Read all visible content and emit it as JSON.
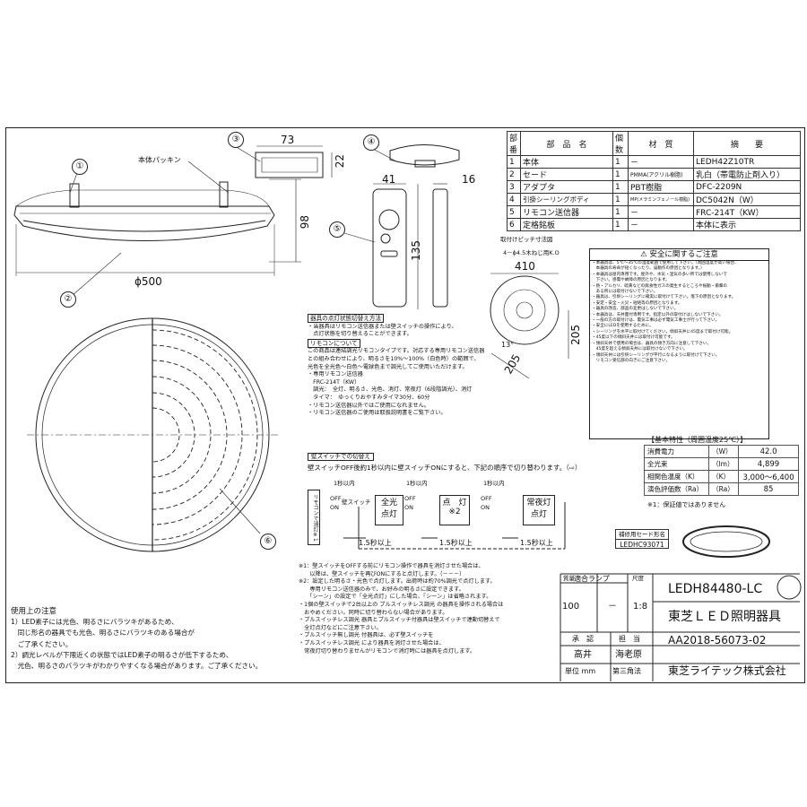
{
  "dimensions": {
    "top_width": "73",
    "top_height": "22",
    "body_height": "98",
    "diameter": "ϕ500",
    "adapter_width": "41",
    "adapter_depth": "16",
    "remote_height": "135",
    "mount_width": "410",
    "mount_height": "205",
    "mount_diag": "205",
    "mount_angle": "13°",
    "mount_hole": "4－ϕ4.5木ねじ用K.O",
    "mount_title": "取付けピッチ寸法図"
  },
  "labels": {
    "packing": "本体パッキン",
    "callouts": [
      "①",
      "②",
      "③",
      "④",
      "⑤",
      "⑥"
    ]
  },
  "parts_table": {
    "headers": [
      "部番",
      "部　品　名",
      "個数",
      "材　質",
      "摘　　要"
    ],
    "rows": [
      [
        "1",
        "本体",
        "1",
        "－",
        "LEDH42Z10TR"
      ],
      [
        "2",
        "セード",
        "1",
        "PMMA(アクリル樹脂)",
        "乳白（帯電防止剤入り）"
      ],
      [
        "3",
        "アダプタ",
        "1",
        "PBT樹脂",
        "DFC-2209N"
      ],
      [
        "4",
        "引掛シーリングボディ",
        "1",
        "MP(メラミンフェノール樹脂)",
        "DC5042N（W）"
      ],
      [
        "5",
        "リモコン送信器",
        "1",
        "－",
        "FRC-214T（KW）"
      ],
      [
        "6",
        "定格銘板",
        "1",
        "－",
        "本体に表示"
      ]
    ]
  },
  "safety": {
    "title": "⚠ 安全に関するご注意",
    "lines": [
      "・本器具は、5℃～35℃の温度範囲で使用して下さい。（周囲温度が高い場合、",
      "　本器具の寿命が短くなったり、誤動作の原因となります。）",
      "・本器具は屋内専用です。屋外や、水気・湿気の多い所では使用しないで",
      "　下さい。感電や故障の原因となります。",
      "・熱・アルカリ、硫黄などの腐食性ガスの発生するところや振動・衝撃の",
      "　ある所には取付けないで下さい。",
      "・器具は、引掛シーリングに確実に取付けて下さい。落下の原因となります。",
      "・安定・安全・火災・短絡等の原因となります。",
      "・器具の改造、部品の変更はしないで下さい。",
      "・本器具は、天井面付専用です。指定以外の取付けはしないで下さい。",
      "・一般の方の取付けは、電気工事は必ず電気工事士が行って下さい。",
      "・安全にLEDを使用するために。",
      "・シーリングを水平に取付けてください。傾斜天井に45度まで取付け可能。",
      "・45度以下の傾斜天井には取付け可能です。",
      "・傾斜天井で使用の場合は、器具の傾き方向に注意して下さい。",
      "　45度を超える傾斜天井には取付けないで下さい。",
      "・傾斜天井には引掛シーリングが平行になるように取付けて下さい。",
      "　リモコン受信部の向きにご注意下さい。"
    ]
  },
  "spec_table": {
    "title": "【基本特性（周囲温度25℃）】",
    "rows": [
      [
        "消費電力",
        "（W）",
        "42.0"
      ],
      [
        "全光束",
        "（lm）",
        "4,899"
      ],
      [
        "相関色温度（K）",
        "（K）",
        "3,000～6,400"
      ],
      [
        "演色評価数（Ra）",
        "（Ra）",
        "85"
      ]
    ],
    "footnote": "※1：保証値ではありません",
    "shade_title": "補修用セード形名",
    "shade_model": "LEDHC93071"
  },
  "remote_notes": {
    "h1": "器具の点灯状態切替え方法",
    "p1": [
      "・当器具はリモコン送信器または壁スイッチの操作により、",
      "　点灯状態を切り替えることができます。"
    ],
    "h2": "リモコンについて",
    "p2": [
      "この商品は連結調光リモコンタイプです。対応する専用リモコン送信器",
      "との組み合わせにより、明るさを10%～100%（白色時）の範囲で、",
      "光色を全光色～白色～電球色まで調光してご使用いただけます。",
      "・専用リモコン送信器",
      "　FRC-214T（KW）",
      "　調光：　全灯、明るさ、光色、消灯、常夜灯（6段階調光）、消灯",
      "　タイマ：　ゆっくりおやすみタイマ30分、60分",
      "・リモコン送信器以外ではご使用になれません。",
      "・リモコン送信器のご使用は取扱説明書をご覧下さい。"
    ]
  },
  "switch": {
    "header": "壁スイッチでの切替え",
    "desc": "壁スイッチOFF後約1秒以内に壁スイッチONにすると、下記の順序で切り替わります。（⇨）",
    "box0": "リモコンで消灯※1",
    "box1": [
      "全光",
      "点灯"
    ],
    "box2": [
      "点　灯",
      "※2"
    ],
    "box3": [
      "常夜灯",
      "点灯"
    ],
    "within": "1秒以内",
    "over": "1.5秒以上",
    "off": "OFF",
    "on": "ON",
    "wall": "壁スイッチ",
    "notes": [
      "※1：壁スイッチをOFFする前にリモコン操作で器具を消灯させた場合は、",
      "　　以降は、壁スイッチを再びONにすると点灯します。（－－－）",
      "※2：設定した明るさ・光色で点灯します。出荷時は約70%調光で点灯します。",
      "　　専用リモコン送信器のみで、お好みの明るさに設定できます。",
      "　　「シーン」の設定で「全光点灯」にした場合、「シーン」は省略されます。",
      "・1個の壁スイッチで2台以上の プルスイッチレス調光 の器具を操作される場合は",
      "　おやめください。同時に切り替わらない場合があります。",
      "・プルスイッチレス調光 器具とプルスイッチ付器具は壁スイッチで連動切替えで",
      "　全灯点灯などにご注意下さい。",
      "・プルスイッチ無し調光 付器具は、必ず壁スイッチを",
      "・プルスイッチレス調光 により器具を消灯させた場合は、",
      "　常夜灯切り替わりませんがリモコンで消灯時には器具を点灯します。"
    ]
  },
  "usage": {
    "title": "使用上の注意",
    "lines": [
      "1）LED素子には光色、明るさにバラツキがあるため、",
      "　同じ形名の器具でも光色、明るさにバラツキのある場合が",
      "　ご了承ください。",
      "2）調光レベルが下限近くの状態ではLED素子の明るさが低下するため、",
      "　光色、明るさのバラツキがわかりやすくなる場合があります。ご了承ください。"
    ]
  },
  "titleblock": {
    "drawing_lamp": "適合ランプ",
    "lamp_value": "－",
    "scale_label": "尺度",
    "scale_value": "1:8",
    "weight_label": "質量",
    "weight_value": "100",
    "model": "LEDH84480-LC",
    "product": "東芝ＬＥＤ照明器具",
    "doc_no": "AA2018-56073-02",
    "approve": "承　認",
    "charge": "担　当",
    "approver": "高井",
    "person": "海老原",
    "unit": "単位 mm",
    "angle": "第三角法",
    "company": "東芝ライテック株式会社"
  }
}
